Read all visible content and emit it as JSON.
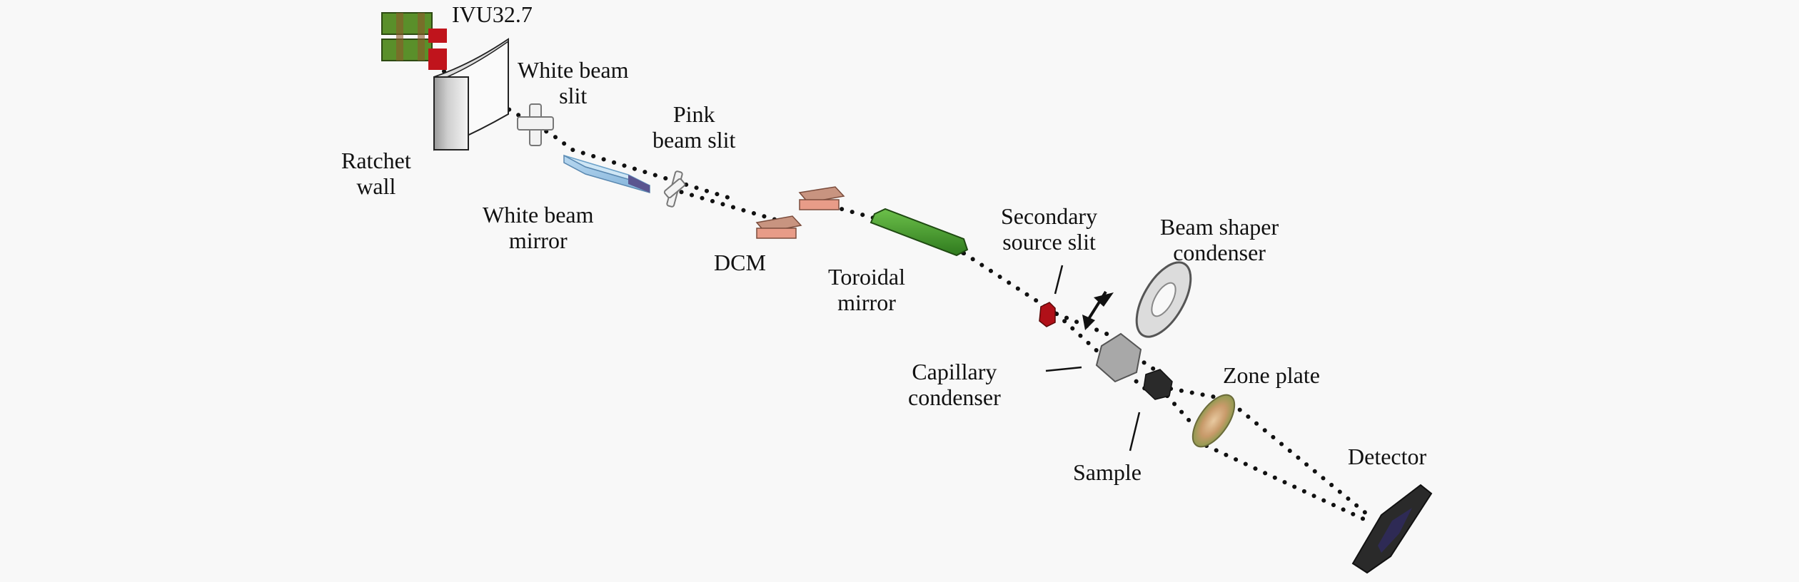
{
  "diagram": {
    "title": "Transmission X-ray microscope beamline layout",
    "components": [
      {
        "id": "undulator",
        "label_lines": [
          "IVU32.7"
        ]
      },
      {
        "id": "ratchet-wall",
        "label_lines": [
          "Ratchet",
          "wall"
        ]
      },
      {
        "id": "white-beam-slit",
        "label_lines": [
          "White beam",
          "slit"
        ]
      },
      {
        "id": "white-beam-mirror",
        "label_lines": [
          "White beam",
          "mirror"
        ]
      },
      {
        "id": "pink-beam-slit",
        "label_lines": [
          "Pink",
          "beam slit"
        ]
      },
      {
        "id": "dcm",
        "label_lines": [
          "DCM"
        ]
      },
      {
        "id": "toroidal-mirror",
        "label_lines": [
          "Toroidal",
          "mirror"
        ]
      },
      {
        "id": "secondary-source-slit",
        "label_lines": [
          "Secondary",
          "source slit"
        ]
      },
      {
        "id": "beam-shaper-condenser",
        "label_lines": [
          "Beam shaper",
          "condenser"
        ]
      },
      {
        "id": "capillary-condenser",
        "label_lines": [
          "Capillary",
          "condenser"
        ]
      },
      {
        "id": "sample",
        "label_lines": [
          "Sample"
        ]
      },
      {
        "id": "zone-plate",
        "label_lines": [
          "Zone plate"
        ]
      },
      {
        "id": "detector",
        "label_lines": [
          "Detector"
        ]
      }
    ],
    "colors": {
      "background": "#f8f8f8",
      "beam": "#111111",
      "undulator_green": "#5a8f2a",
      "undulator_red": "#c0141c",
      "mirror_blue": "#9cc4e4",
      "dcm_copper": "#e0957a",
      "toroid_green": "#4a9a32",
      "slit_red": "#b01018",
      "capillary_gray": "#9a9a9a",
      "zone_plate_tan": "#c8a070",
      "detector_dark": "#2a2a2a",
      "detector_screen": "#2e2a55"
    }
  }
}
